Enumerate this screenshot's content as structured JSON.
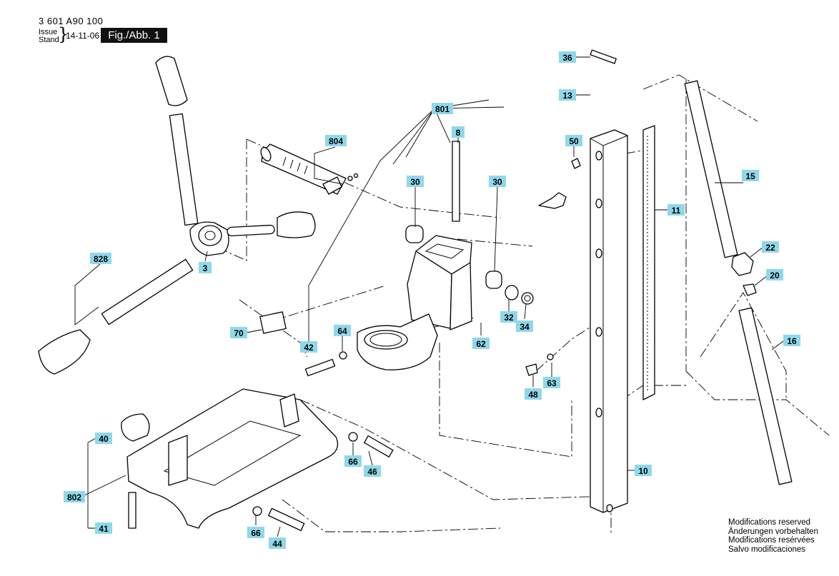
{
  "header": {
    "part_number": "3 601 A90 100",
    "issue_label": "Issue",
    "stand_label": "Stand",
    "date": "14-11-06",
    "figure_label": "Fig./Abb. 1"
  },
  "notes": [
    "Modifications reserved",
    "Änderungen vorbehalten",
    "Modifications resérvées",
    "Salvo modificaciones"
  ],
  "callouts": [
    "36",
    "13",
    "50",
    "15",
    "11",
    "22",
    "20",
    "16",
    "10",
    "801",
    "8",
    "804",
    "30",
    "30",
    "828",
    "3",
    "70",
    "42",
    "64",
    "62",
    "32",
    "34",
    "48",
    "63",
    "40",
    "66",
    "46",
    "802",
    "41",
    "66",
    "44"
  ],
  "accent_color": "#8fd8ea"
}
